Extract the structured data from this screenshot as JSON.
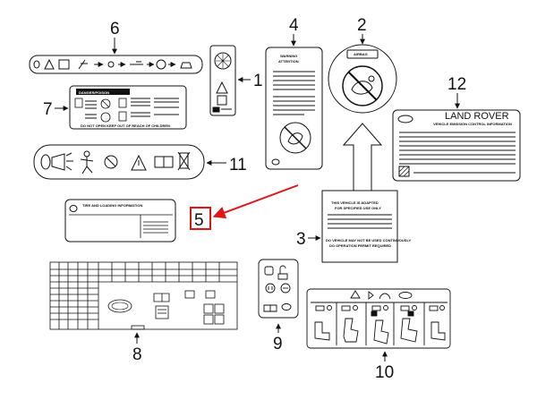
{
  "callouts": {
    "c1": "1",
    "c2": "2",
    "c3": "3",
    "c4": "4",
    "c5": "5",
    "c6": "6",
    "c7": "7",
    "c8": "8",
    "c9": "9",
    "c10": "10",
    "c11": "11",
    "c12": "12"
  },
  "labels": {
    "danger_poison": "DANGER/POISON",
    "danger_footer": "DO NOT OPEN KEEP OUT OF REACH OF CHILDREN",
    "warning": "WARNING",
    "attention": "ATTENTION",
    "airbag": "AIRBAG",
    "tire_info": "TIRE AND LOADING INFORMATION",
    "vehicle_built": "THIS VEHICLE IS ADAPTED",
    "vehicle_built2": "FOR SPECIFIED USE ONLY",
    "vehicle_bottom1": "DO VEHICLE MAY NOT BE USED CONTINUOUSLY",
    "vehicle_bottom2": "DO OPERATION PERMIT REQUIRED",
    "land_rover": "LAND ROVER",
    "emission": "VEHICLE EMISSION CONTROL INFORMATION"
  },
  "colors": {
    "line": "#111111",
    "highlight": "#e01515",
    "gray_fill": "#d9d9d9",
    "dark_fill": "#9a9a9a"
  }
}
